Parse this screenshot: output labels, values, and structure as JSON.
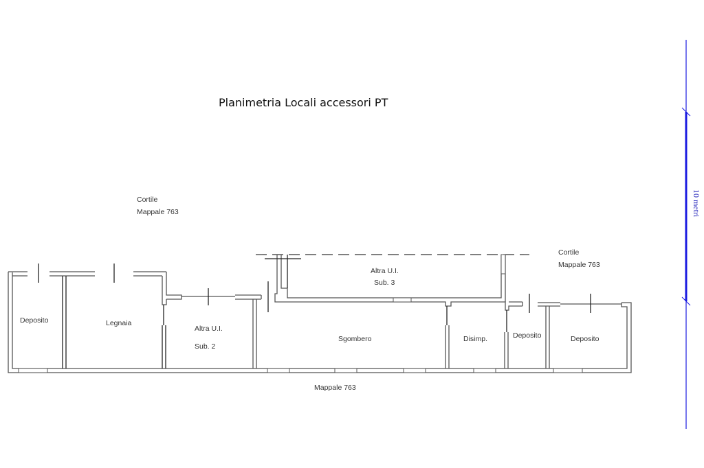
{
  "title": "Planimetria Locali accessori PT",
  "courtyard_left": {
    "line1": "Cortile",
    "line2": "Mappale 763"
  },
  "courtyard_right": {
    "line1": "Cortile",
    "line2": "Mappale 763"
  },
  "bottom_label": "Mappale 763",
  "rooms": {
    "deposito_1": "Deposito",
    "legnaia": "Legnaia",
    "altra_ui_2": {
      "line1": "Altra U.I.",
      "line2": "Sub. 2"
    },
    "altra_ui_3": {
      "line1": "Altra U.I.",
      "line2": "Sub. 3"
    },
    "sgombero": "Sgombero",
    "disimp": "Disimp.",
    "deposito_2": "Deposito",
    "deposito_3": "Deposito"
  },
  "scale_bar": {
    "label": "10 metri",
    "color": "#1a1ae0"
  }
}
